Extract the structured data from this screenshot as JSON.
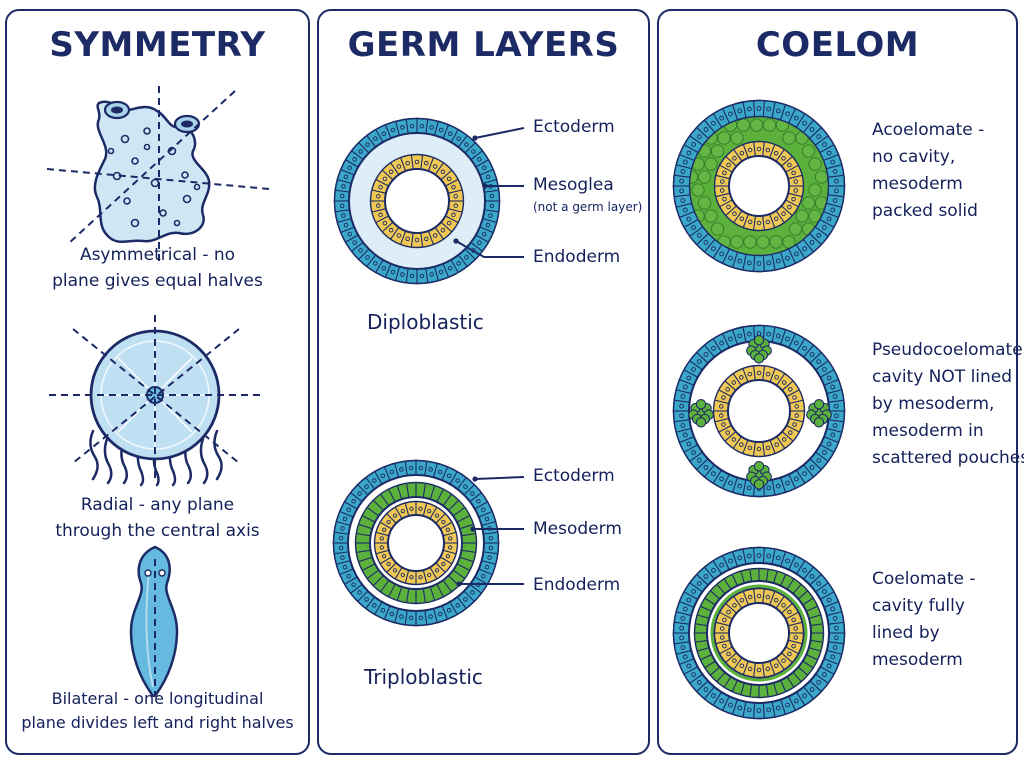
{
  "symmetry": {
    "title": "SYMMETRY",
    "asymmetrical": [
      "Asymmetrical - no",
      "plane gives equal halves"
    ],
    "radial": [
      "Radial - any plane",
      "through the central axis"
    ],
    "bilateral": [
      "Bilateral - one longitudinal",
      "plane divides left and right halves"
    ]
  },
  "germ_layers": {
    "title": "GERM LAYERS",
    "diploblastic": {
      "name": "Diploblastic",
      "ectoderm": "Ectoderm",
      "mesoglea": "Mesoglea",
      "mesoglea_note": "(not a germ layer)",
      "endoderm": "Endoderm"
    },
    "triploblastic": {
      "name": "Triploblastic",
      "ectoderm": "Ectoderm",
      "mesoderm": "Mesoderm",
      "endoderm": "Endoderm"
    }
  },
  "coelom": {
    "title": "COELOM",
    "acoelomate": [
      "Acoelomate -",
      "no cavity,",
      "mesoderm",
      "packed solid"
    ],
    "pseudocoelomate": [
      "Pseudocoelomate -",
      "cavity NOT lined",
      "by mesoderm,",
      "mesoderm in",
      "scattered pouches"
    ],
    "coelomate": [
      "Coelomate -",
      "cavity fully",
      "lined by",
      "mesoderm"
    ]
  },
  "colors": {
    "ectoderm": "#3ba7c9",
    "endoderm": "#f0c955",
    "mesoderm": "#5cb13d",
    "mesoglea": "#ddeef8",
    "outline": "#1c2a66"
  }
}
